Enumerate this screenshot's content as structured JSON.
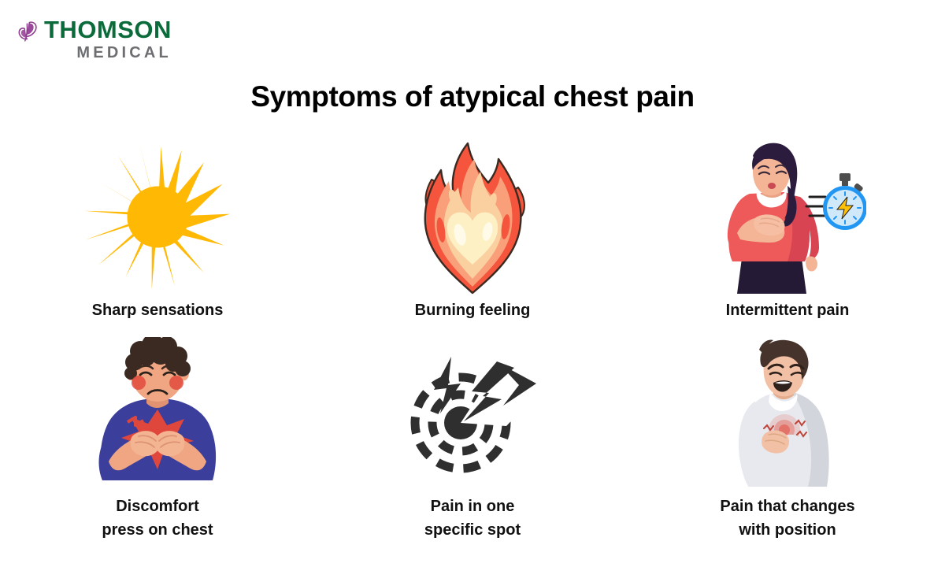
{
  "brand": {
    "logo_mark": "butterfly-icon",
    "primary_text": "THOMSON",
    "secondary_text": "MEDICAL",
    "primary_color": "#0b6b3a",
    "secondary_color": "#6d6e71",
    "mark_color": "#8f3f8f"
  },
  "header": {
    "title": "Symptoms of atypical chest pain"
  },
  "background_color": "#ffffff",
  "symptoms": [
    {
      "label": "Sharp sensations",
      "icon": "starburst-icon",
      "icon_colors": {
        "main": "#ffb905"
      }
    },
    {
      "label": "Burning feeling",
      "icon": "flame-heart-icon",
      "icon_colors": {
        "outer": "#f4553c",
        "mid": "#f9a07a",
        "inner": "#fbd0a0",
        "core": "#fdf0c4",
        "outline": "#3a2a22"
      }
    },
    {
      "label": "Intermittent pain",
      "icon": "woman-chest-pain-stopwatch-icon",
      "icon_colors": {
        "hair": "#2b1b3d",
        "sweater": "#ee5a5a",
        "sweater_shade": "#d94452",
        "skin": "#f4b496",
        "skirt": "#241a36",
        "collar": "#ffffff",
        "watch_ring": "#2196f3",
        "watch_face": "#cfe9fb",
        "bolt": "#ffc107"
      }
    },
    {
      "label": "Discomfort\npress on chest",
      "icon": "man-pressing-chest-icon",
      "icon_colors": {
        "hair": "#3a2a22",
        "shirt": "#3b3f9b",
        "skin": "#f0a682",
        "blush": "#e0473c",
        "pain_burst": "#e0473c"
      }
    },
    {
      "label": "Pain in one\nspecific spot",
      "icon": "target-lightning-icon",
      "icon_colors": {
        "main": "#2f2f2f"
      }
    },
    {
      "label": "Pain that changes\nwith position",
      "icon": "man-changing-position-pain-icon",
      "icon_colors": {
        "hair": "#46332b",
        "shirt": "#e8e9ee",
        "shirt_shade": "#d3d5dd",
        "skin": "#f2c0a4",
        "pain_glow": "#e2584a"
      }
    }
  ]
}
